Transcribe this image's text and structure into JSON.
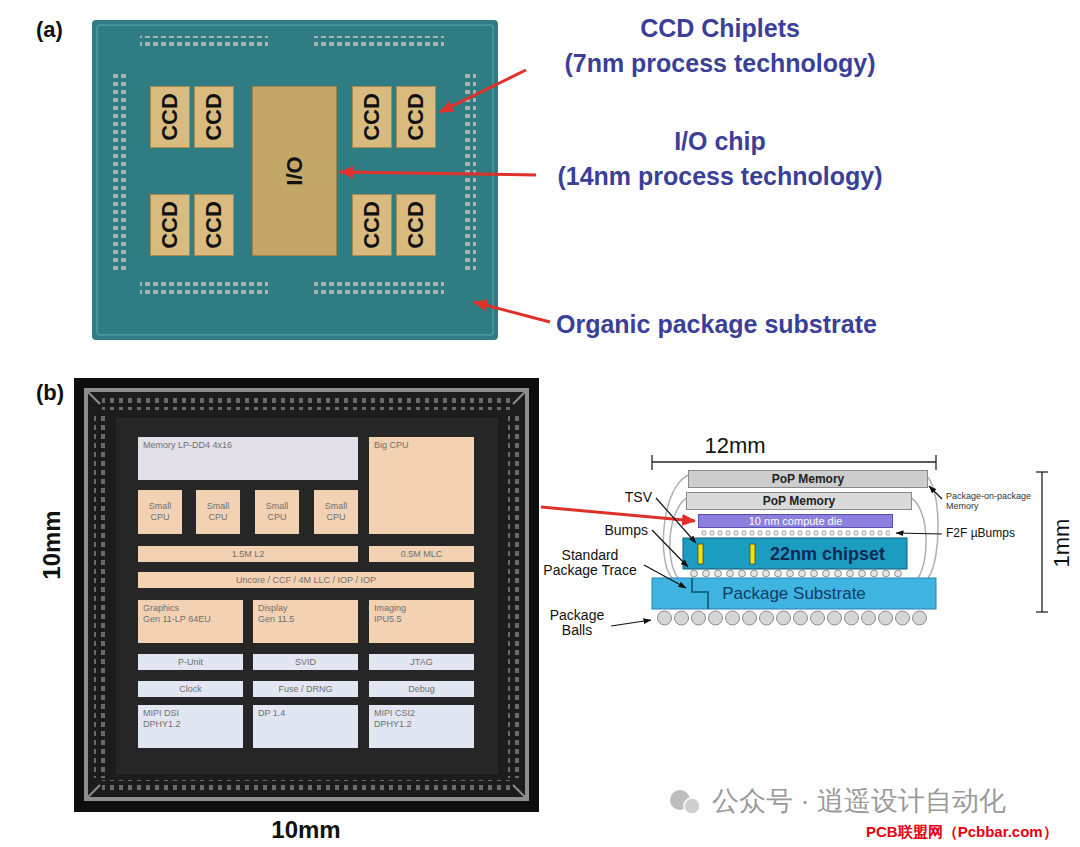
{
  "diagram": {
    "nodes": [
      {
        "text": [
          "CCD"
        ]
      },
      {
        "text": [
          "CCD"
        ]
      },
      {
        "text": [
          "I/O"
        ]
      },
      {
        "text": [
          "CCD"
        ]
      },
      {
        "text": [
          "CCD"
        ]
      },
      {
        "text": [
          "CCD"
        ]
      },
      {
        "text": [
          "CCD"
        ]
      },
      {
        "text": [
          "CCD"
        ]
      },
      {
        "text": [
          "CCD"
        ]
      },
      {
        "text": [
          "Memory LP-DD4 4x16"
        ]
      },
      {
        "text": [
          "Big CPU"
        ]
      },
      {
        "text": [
          "Small CPU"
        ]
      },
      {
        "text": [
          "Small CPU"
        ]
      },
      {
        "text": [
          "Small CPU"
        ]
      },
      {
        "text": [
          "Small CPU"
        ]
      },
      {
        "text": [
          "1.5M L2"
        ]
      },
      {
        "text": [
          "0.5M MLC"
        ]
      },
      {
        "text": [
          "Uncore / CCF / 4M LLC / IOP / IOP"
        ]
      },
      {
        "text": [
          "Graphics",
          "Gen 11-LP 64EU"
        ]
      },
      {
        "text": [
          "Display",
          "Gen 11.5"
        ]
      },
      {
        "text": [
          "Imaging",
          "IPU5.5"
        ]
      },
      {
        "text": [
          "P-Unit"
        ]
      },
      {
        "text": [
          "SVID"
        ]
      },
      {
        "text": [
          "JTAG"
        ]
      },
      {
        "text": [
          "Clock"
        ]
      },
      {
        "text": [
          "Fuse / DRNG"
        ]
      },
      {
        "text": [
          "Debug"
        ]
      },
      {
        "text": [
          "MIPI DSI",
          "DPHY1.2"
        ]
      },
      {
        "text": [
          "DP 1.4"
        ]
      },
      {
        "text": [
          "MIPI CSI2",
          "DPHY1.2"
        ]
      },
      {
        "text": [
          "PoP Memory"
        ]
      },
      {
        "text": [
          "PoP Memory"
        ]
      },
      {
        "text": [
          "10 nm compute die"
        ]
      },
      {
        "text": [
          "22nm chipset"
        ]
      },
      {
        "text": [
          "Package Substrate"
        ]
      }
    ],
    "labels": [
      "(a)",
      "CCD Chiplets",
      "(7nm process technology)",
      "I/O chip",
      "(14nm process technology)",
      "Organic package substrate",
      "(b)",
      "10mm",
      "10mm",
      "12mm",
      "1mm",
      "TSV",
      "Bumps",
      "Standard Package Trace",
      "Package Balls",
      "Package-on-package Memory",
      "F2F µBumps",
      "公众号 · 逍遥设计自动化",
      "PCB联盟网（Pcbbar.com）"
    ]
  }
}
